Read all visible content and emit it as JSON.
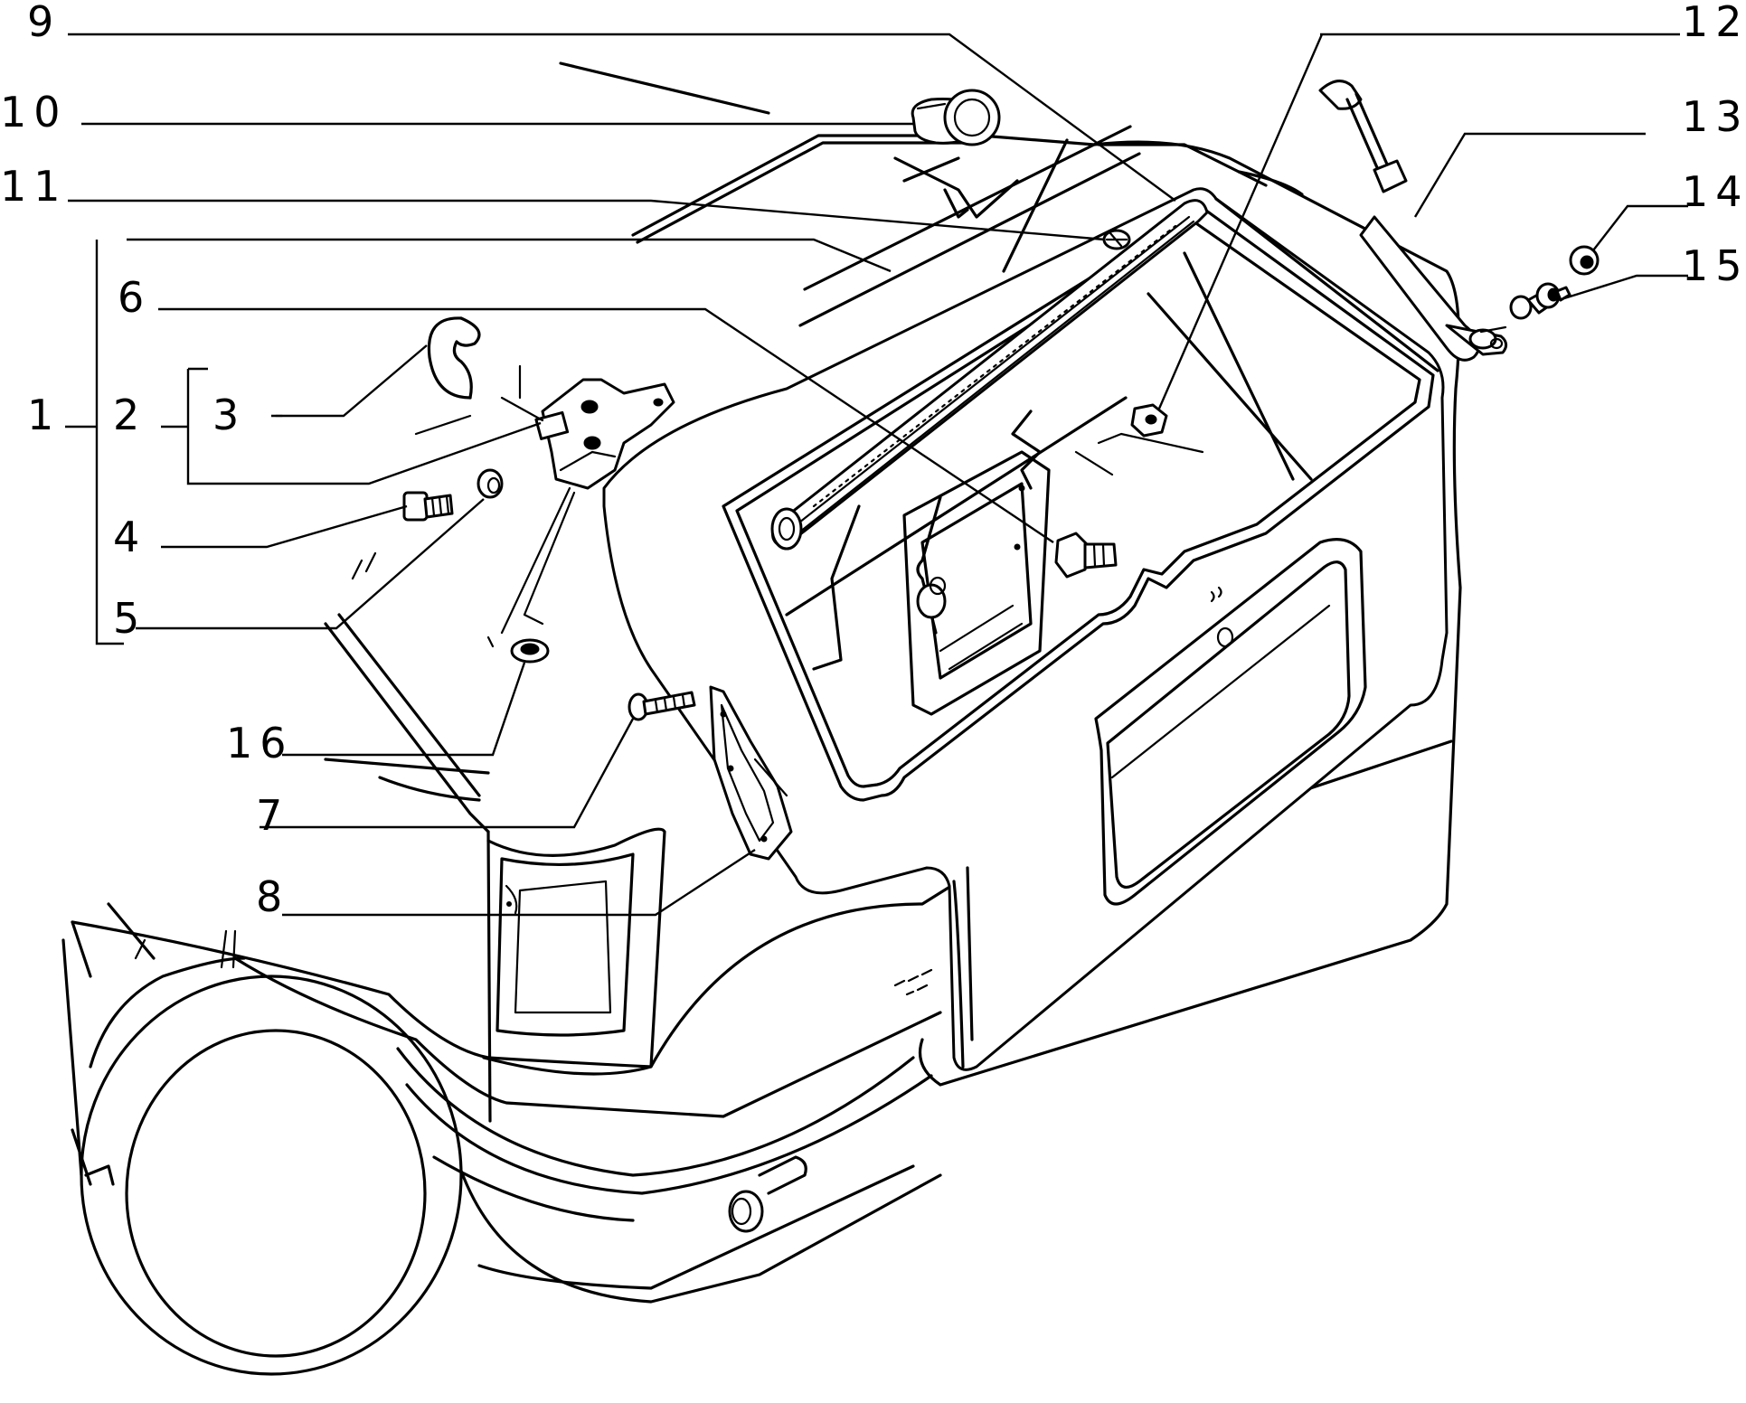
{
  "callouts": [
    {
      "id": "c9",
      "label": "9"
    },
    {
      "id": "c10",
      "label": "10"
    },
    {
      "id": "c11",
      "label": "11"
    },
    {
      "id": "c1",
      "label": "1"
    },
    {
      "id": "c2",
      "label": "2"
    },
    {
      "id": "c3",
      "label": "3"
    },
    {
      "id": "c4",
      "label": "4"
    },
    {
      "id": "c5",
      "label": "5"
    },
    {
      "id": "c6",
      "label": "6"
    },
    {
      "id": "c16",
      "label": "16"
    },
    {
      "id": "c7",
      "label": "7"
    },
    {
      "id": "c8",
      "label": "8"
    },
    {
      "id": "c12",
      "label": "12"
    },
    {
      "id": "c13",
      "label": "13"
    },
    {
      "id": "c14",
      "label": "14"
    },
    {
      "id": "c15",
      "label": "15"
    }
  ]
}
